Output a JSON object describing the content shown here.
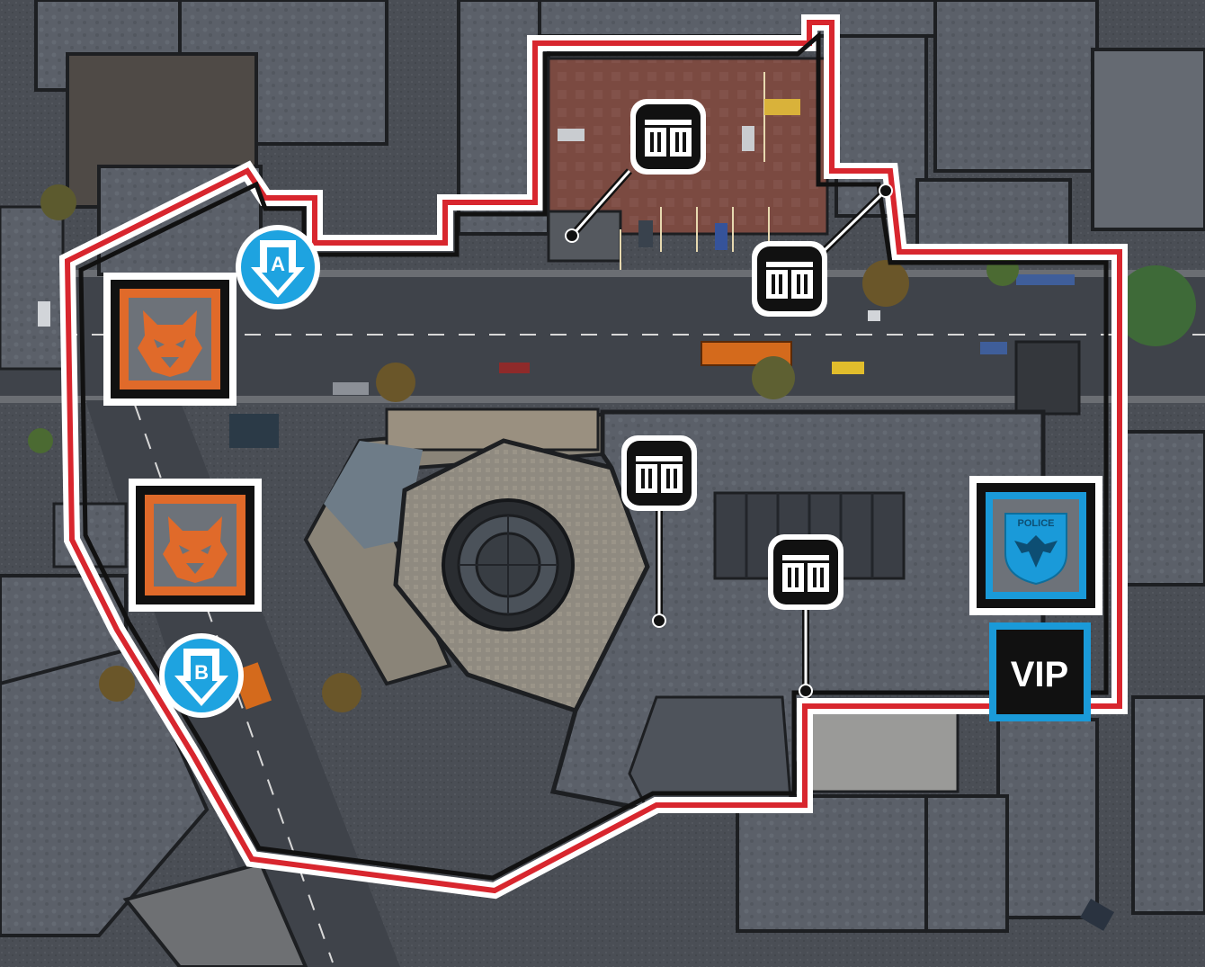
{
  "map": {
    "vip_marker": {
      "label": "VIP",
      "frame_color": "#1a9ad9"
    },
    "police_marker": {
      "badge_text": "POLICE",
      "frame_color": "#1a9ad9",
      "icon": "police-badge-icon"
    },
    "attacker_spawns": [
      {
        "icon": "wolf-emblem-icon",
        "frame_color": "#e06a2a"
      },
      {
        "icon": "wolf-emblem-icon",
        "frame_color": "#e06a2a"
      }
    ],
    "insertion_points": [
      {
        "letter": "A",
        "icon": "drop-arrow-icon",
        "color": "#1ea3e0"
      },
      {
        "letter": "B",
        "icon": "drop-arrow-icon",
        "color": "#1ea3e0"
      }
    ],
    "objectives": [
      {
        "icon": "crate-icon"
      },
      {
        "icon": "crate-icon"
      },
      {
        "icon": "crate-icon"
      },
      {
        "icon": "crate-icon"
      }
    ],
    "boundary_colors": {
      "outer": "#d8262e",
      "inner": "#111111",
      "gap": "#ffffff"
    }
  }
}
